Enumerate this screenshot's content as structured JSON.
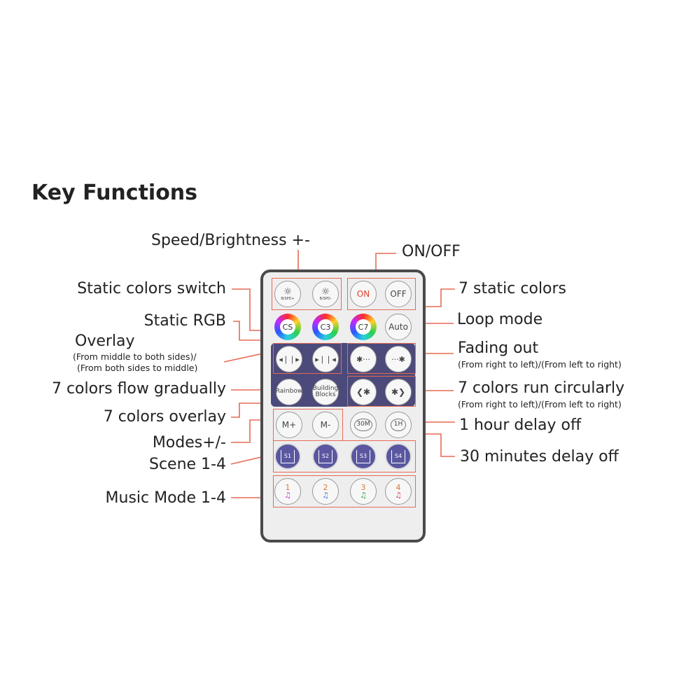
{
  "title": "Key Functions",
  "labels": {
    "speed_brightness": "Speed/Brightness +-",
    "on_off": "ON/OFF",
    "static_colors_switch": "Static colors switch",
    "seven_static_colors": "7 static colors",
    "static_rgb": "Static RGB",
    "loop_mode": "Loop mode",
    "overlay": "Overlay",
    "overlay_sub1": "(From middle to both sides)/",
    "overlay_sub2": "(From both sides to middle)",
    "fading_out": "Fading out",
    "fading_out_sub": "(From right to left)/(From left to right)",
    "seven_colors_flow": "7 colors flow gradually",
    "seven_colors_run": "7 colors run circularly",
    "seven_colors_run_sub": "(From right to left)/(From left to right)",
    "seven_colors_overlay": "7 colors overlay",
    "one_hour_delay": "1 hour delay off",
    "modes": "Modes+/-",
    "thirty_min_delay": "30 minutes delay off",
    "scene": "Scene 1-4",
    "music_mode": "Music Mode 1-4"
  },
  "buttons": {
    "bspd_plus": "B/SPD+",
    "bspd_minus": "B/SPD-",
    "on": "ON",
    "off": "OFF",
    "cs": "CS",
    "c3": "C3",
    "c7": "C7",
    "auto": "Auto",
    "rainbow": "Rainbow",
    "building": "Building",
    "blocks": "Blocks",
    "m_plus": "M+",
    "m_minus": "M-",
    "thirty_m": "30M",
    "one_h": "1H",
    "s1": "S1",
    "s2": "S2",
    "s3": "S3",
    "s4": "S4",
    "music1": "1",
    "music2": "2",
    "music3": "3",
    "music4": "4"
  },
  "colors": {
    "callout": "#e86a55",
    "panel": "#4c4a7a",
    "scene_button": "#5a57a0",
    "remote_border": "#4a4a4a"
  }
}
